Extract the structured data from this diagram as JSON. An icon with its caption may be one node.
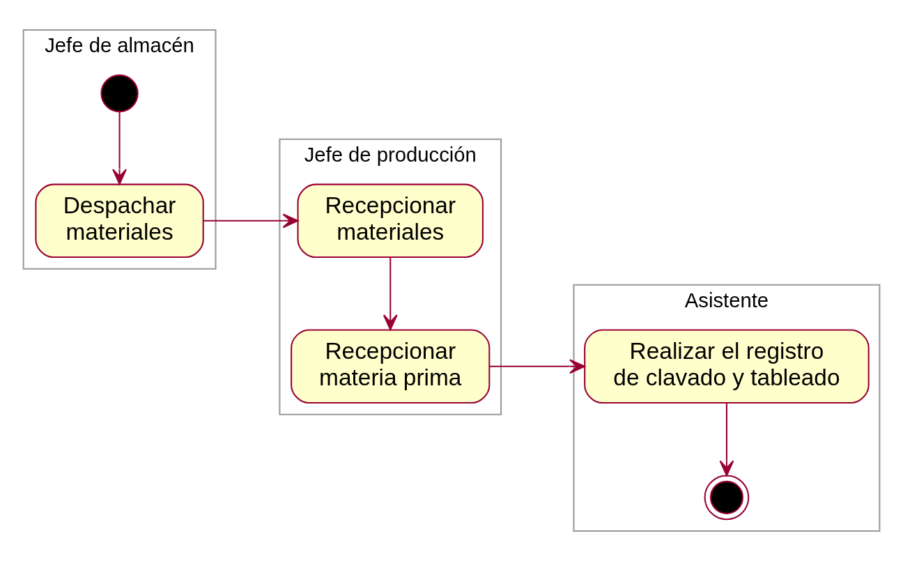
{
  "diagram": {
    "nodes": [
      {
        "text": [
          "Jefe de almacén"
        ]
      },
      {
        "text": [
          "Jefe de producción"
        ]
      },
      {
        "text": [
          "Asistente"
        ]
      },
      {
        "text": [],
        "shape": "circle",
        "in": 0
      },
      {
        "text": [
          "Despachar materiales"
        ],
        "in": 0
      },
      {
        "text": [
          "Recepcionar materiales"
        ],
        "in": 1
      },
      {
        "text": [
          "Recepcionar materia prima"
        ],
        "in": 1
      },
      {
        "text": [
          "Realizar el registro de clavado y tableado"
        ],
        "in": 2
      },
      {
        "text": [],
        "shape": "circle",
        "in": 2
      }
    ],
    "edges": [
      {
        "from": 3,
        "to": 4,
        "arrow": "to"
      },
      {
        "from": 4,
        "to": 5,
        "arrow": "to"
      },
      {
        "from": 5,
        "to": 6,
        "arrow": "to"
      },
      {
        "from": 6,
        "to": 7,
        "arrow": "to"
      },
      {
        "from": 7,
        "to": 8,
        "arrow": "to"
      }
    ]
  }
}
